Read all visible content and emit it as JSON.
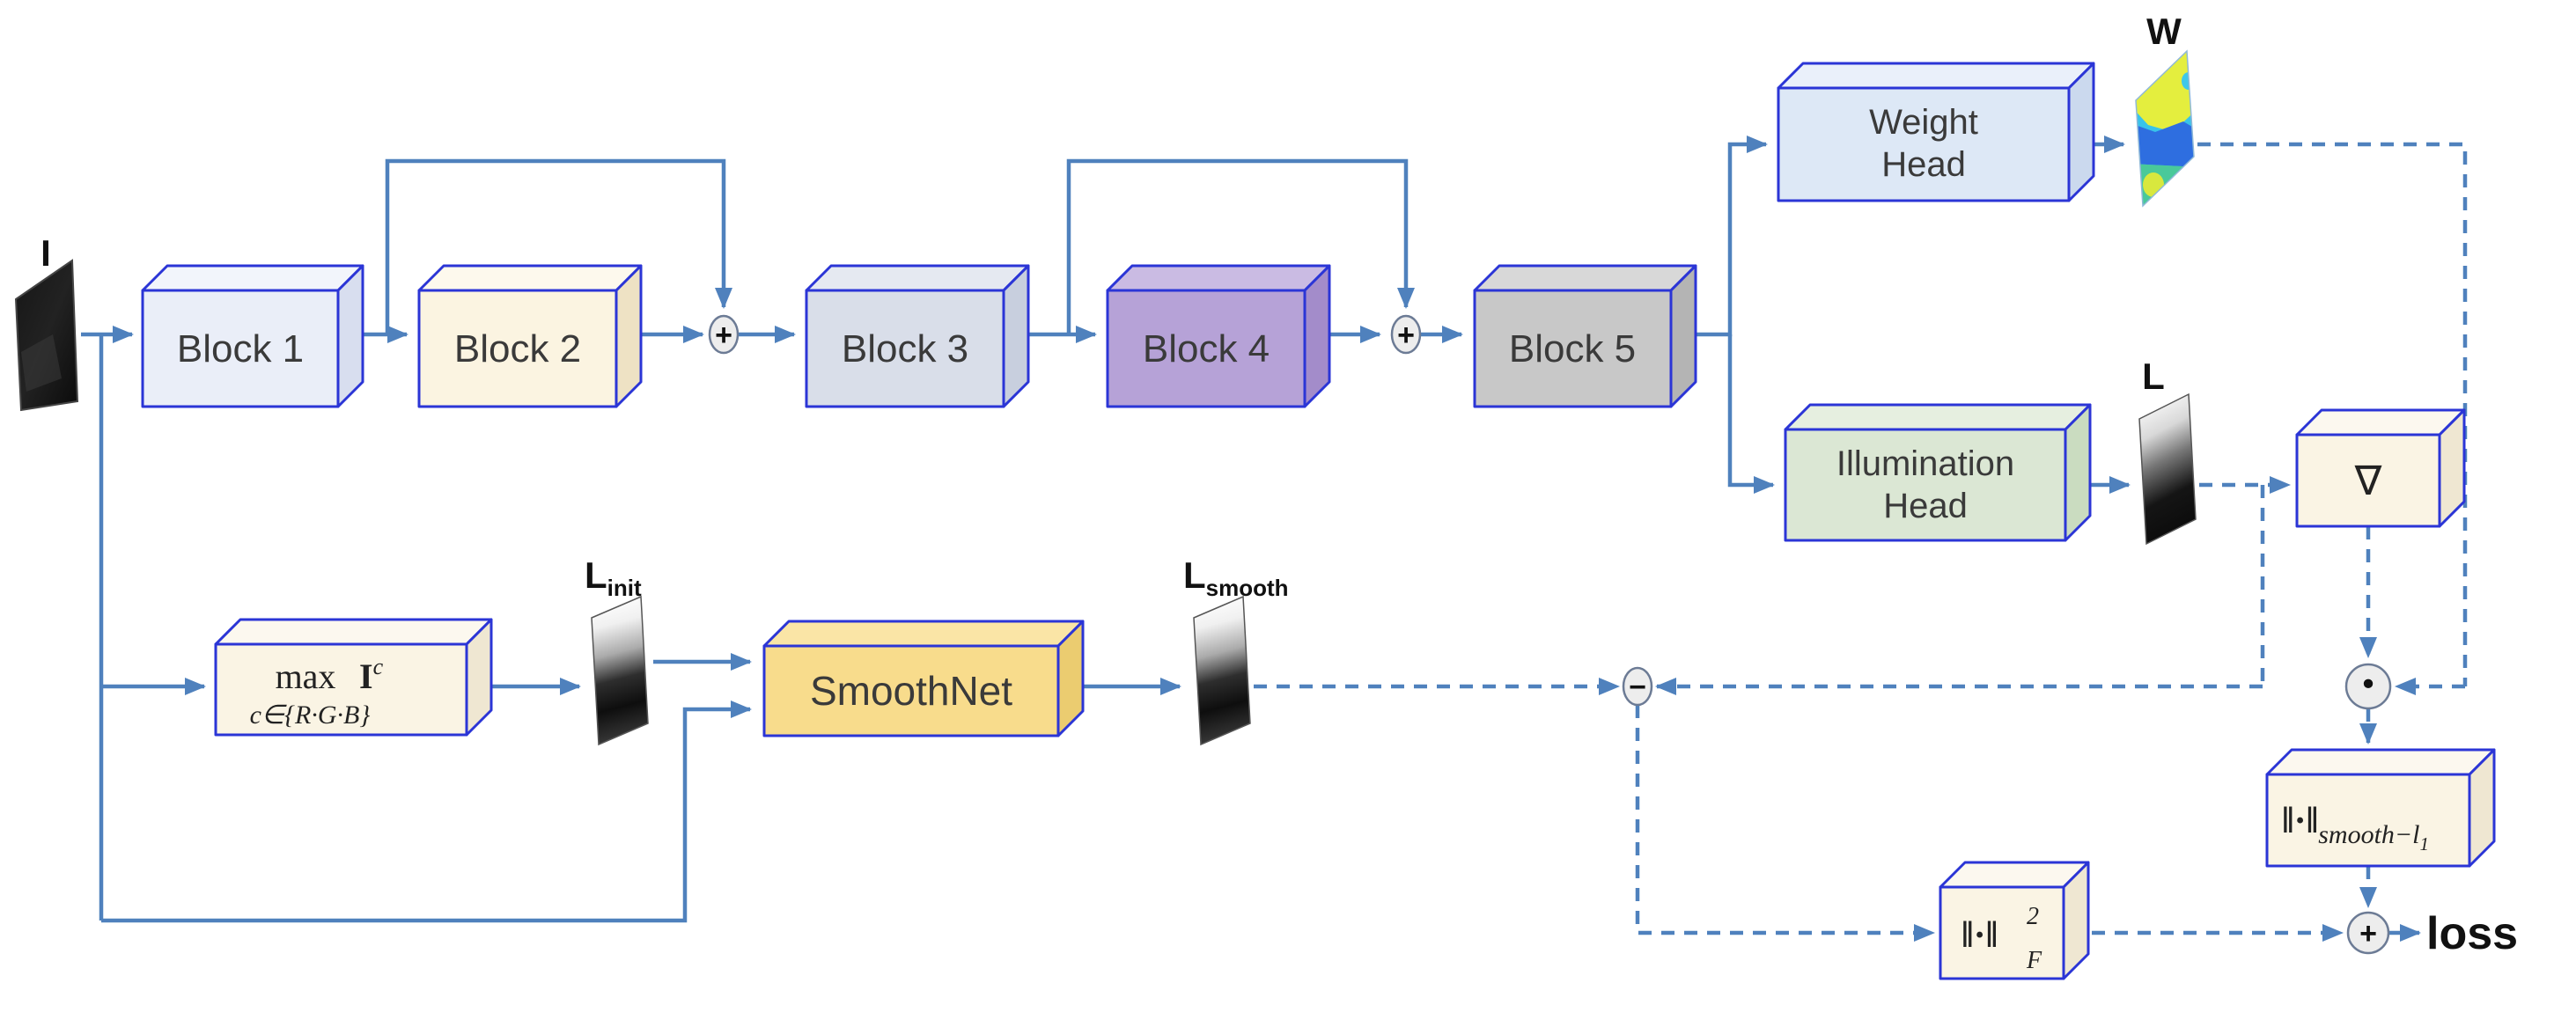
{
  "diagram": {
    "nodes": {
      "input": {
        "label": "I"
      },
      "block1": {
        "label": "Block 1"
      },
      "block2": {
        "label": "Block 2"
      },
      "block3": {
        "label": "Block 3"
      },
      "block4": {
        "label": "Block 4"
      },
      "block5": {
        "label": "Block 5"
      },
      "weight_head": {
        "line1": "Weight",
        "line2": "Head"
      },
      "illumination_head": {
        "line1": "Illumination",
        "line2": "Head"
      },
      "max_op": {
        "main": "max",
        "sub": "c∈{R·G·B}",
        "arg": "I",
        "arg_sup": "c"
      },
      "smoothnet": {
        "label": "SmoothNet"
      },
      "grad_op": {
        "symbol": "∇"
      },
      "smooth_l1_norm": {
        "base": "‖·‖",
        "sub": "smooth−l",
        "sub_idx": "1"
      },
      "frobenius_norm": {
        "base": "‖·‖",
        "sup": "2",
        "sub": "F"
      }
    },
    "outputs": {
      "w": "W",
      "l": "L",
      "l_init_base": "L",
      "l_init_sub": "init",
      "l_smooth_base": "L",
      "l_smooth_sub": "smooth",
      "loss": "loss"
    },
    "operators": {
      "add": "+",
      "subtract": "−",
      "multiply_dot": "·"
    },
    "colors": {
      "background": "#FFFFFF",
      "line": "#4F81BD",
      "border": "#2B35D6",
      "circle_fill": "#EDEDED",
      "circle_stroke": "#6C7B95",
      "block1": {
        "front": "#EAEEF8",
        "top": "#F2F5FB",
        "side": "#D8DEEF"
      },
      "block2": {
        "front": "#FBF4E1",
        "top": "#FDF9ED",
        "side": "#EEE2C4"
      },
      "block3": {
        "front": "#D9DEE9",
        "top": "#E5E9F1",
        "side": "#C8CFDE"
      },
      "block4": {
        "front": "#B6A2D7",
        "top": "#CABBE3",
        "side": "#A38CCA"
      },
      "block5": {
        "front": "#C8C8C8",
        "top": "#D8D8D8",
        "side": "#B4B4B4"
      },
      "weight_head": {
        "front": "#DDE8F6",
        "top": "#EAF0FA",
        "side": "#CBD9EE"
      },
      "illumination_head": {
        "front": "#DBE7D4",
        "top": "#E6EFE0",
        "side": "#CADCC0"
      },
      "smoothnet": {
        "front": "#F8DC8C",
        "top": "#FAE5A6",
        "side": "#EBCC70"
      },
      "op_box": {
        "front": "#FAF4E4",
        "top": "#FCF8EF",
        "side": "#EFE7D2"
      }
    }
  }
}
